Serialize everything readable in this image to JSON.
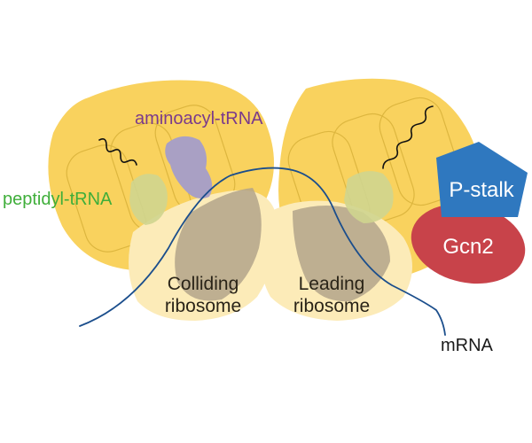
{
  "labels": {
    "aminoacyl_trna": "aminoacyl-tRNA",
    "peptidyl_trna": "peptidyl-tRNA",
    "p_stalk": "P-stalk",
    "gcn2": "Gcn2",
    "colliding_line1": "Colliding",
    "colliding_line2": "ribosome",
    "leading_line1": "Leading",
    "leading_line2": "ribosome",
    "mrna": "mRNA"
  },
  "colors": {
    "large_subunit": "#f9d25e",
    "large_subunit_outline": "#d9b23a",
    "small_subunit": "#fcebb8",
    "small_subunit_shadow": "#b3a48a",
    "aminoacyl_trna": "#a9a0c4",
    "peptidyl_trna": "#cfd58f",
    "mrna": "#1b4e8c",
    "p_stalk": "#2f78bf",
    "gcn2": "#c8434a",
    "aminoacyl_text": "#7a3a8c",
    "peptidyl_text": "#3fae3a",
    "ribosome_text": "#2a2418"
  }
}
